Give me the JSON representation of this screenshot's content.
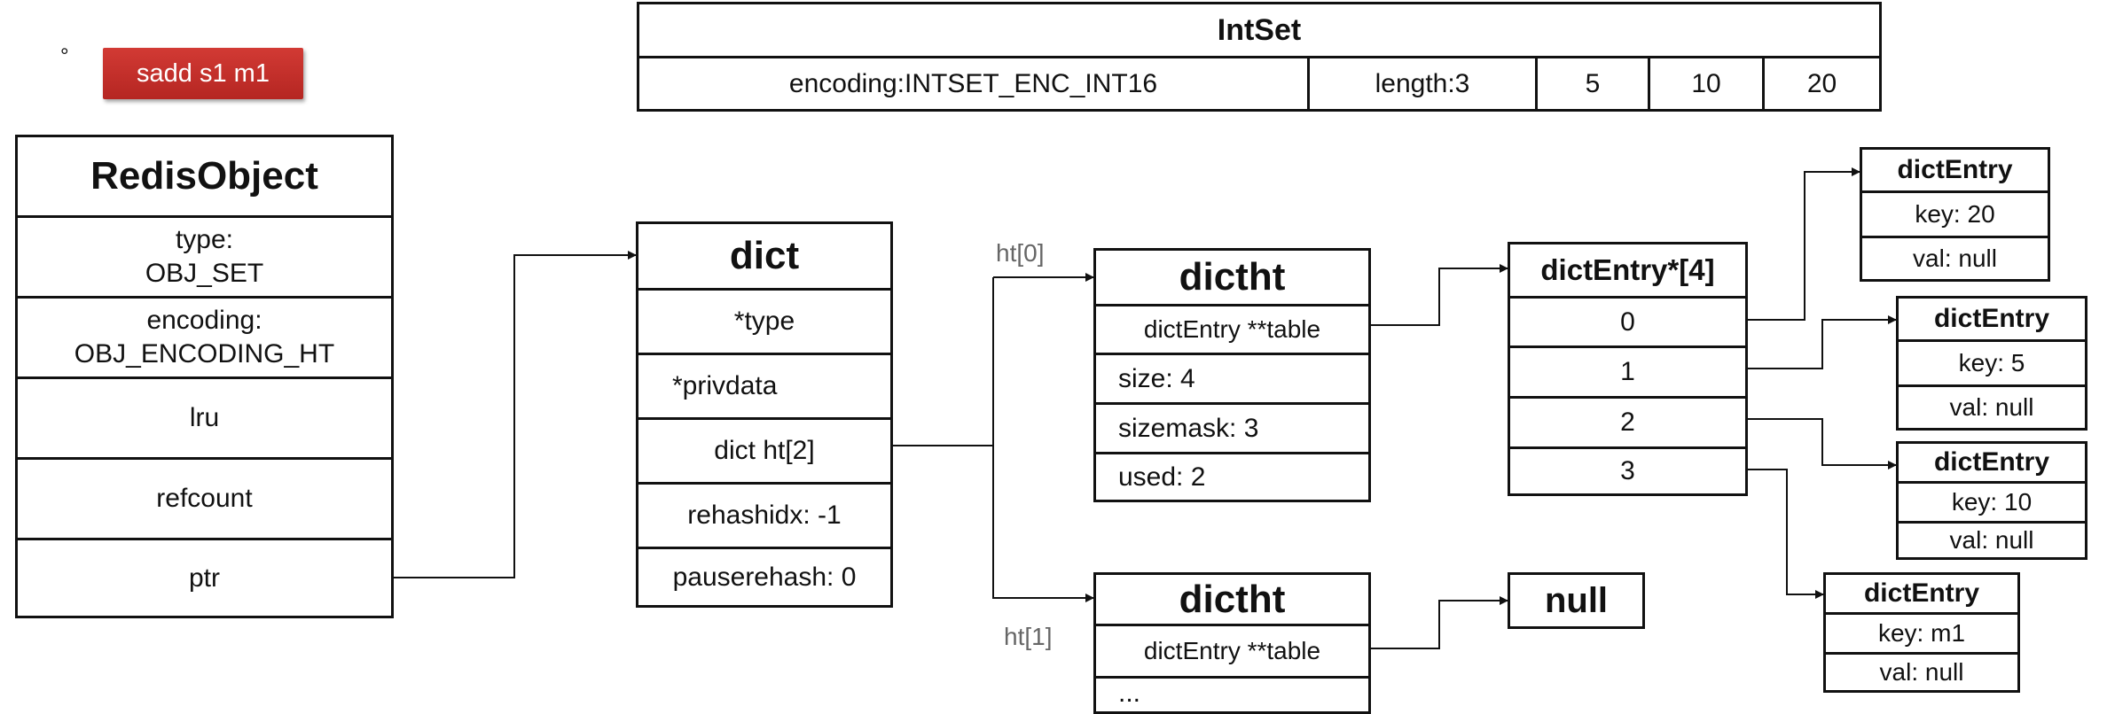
{
  "bullet": "°",
  "command_button": "sadd s1 m1",
  "intset": {
    "title": "IntSet",
    "encoding": "encoding:INTSET_ENC_INT16",
    "length": "length:3",
    "values": [
      "5",
      "10",
      "20"
    ]
  },
  "redis_object": {
    "title": "RedisObject",
    "type_label": "type:",
    "type_value": "OBJ_SET",
    "encoding_label": "encoding:",
    "encoding_value": "OBJ_ENCODING_HT",
    "lru": "lru",
    "refcount": "refcount",
    "ptr": "ptr"
  },
  "dict": {
    "title": "dict",
    "fields": [
      "*type",
      "*privdata",
      "dict ht[2]",
      "rehashidx: -1",
      "pauserehash: 0"
    ]
  },
  "edges": {
    "ht0": "ht[0]",
    "ht1": "ht[1]"
  },
  "dictht0": {
    "title": "dictht",
    "table": "dictEntry **table",
    "size": "size: 4",
    "sizemask": "sizemask: 3",
    "used": "used: 2"
  },
  "dictht1": {
    "title": "dictht",
    "table": "dictEntry **table",
    "more": "..."
  },
  "bucket_array": {
    "title": "dictEntry*[4]",
    "indices": [
      "0",
      "1",
      "2",
      "3"
    ]
  },
  "null_box": "null",
  "entries": [
    {
      "title": "dictEntry",
      "key": "key: 20",
      "val": "val: null"
    },
    {
      "title": "dictEntry",
      "key": "key: 5",
      "val": "val: null"
    },
    {
      "title": "dictEntry",
      "key": "key: 10",
      "val": "val: null"
    },
    {
      "title": "dictEntry",
      "key": "key: m1",
      "val": "val: null"
    }
  ]
}
